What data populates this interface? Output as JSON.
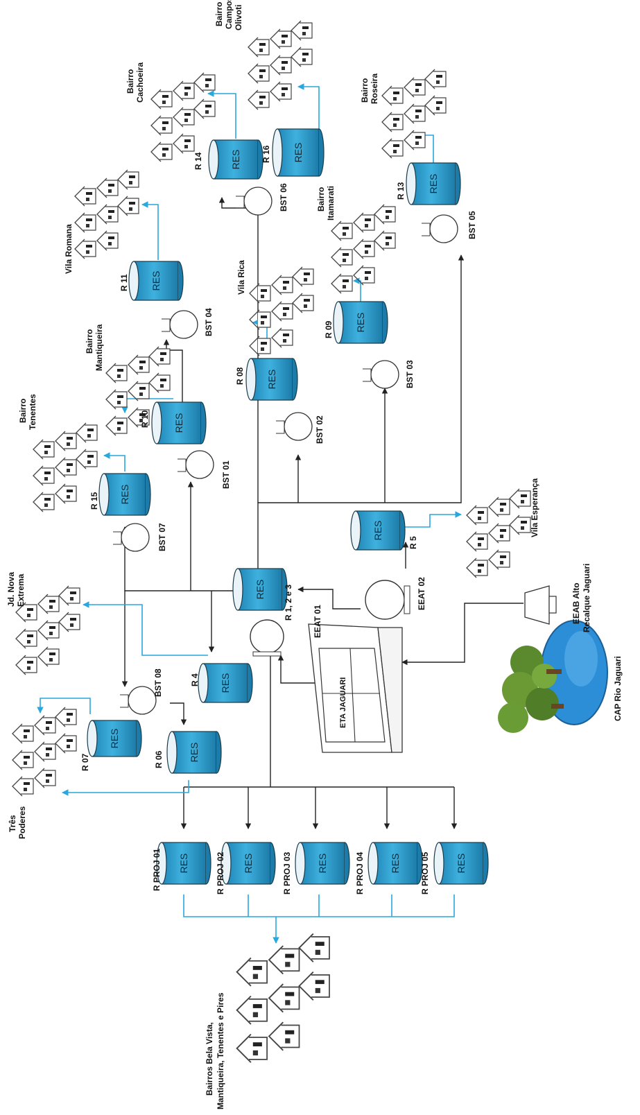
{
  "colors": {
    "reservoir_fill": "#2e9fd0",
    "reservoir_top": "#e9f3f8",
    "distribution_line": "#29a7df",
    "pumping_line": "#222222",
    "lake": "#2b8ed6",
    "tree": "#5b8a2e"
  },
  "reservoir_text": "RES",
  "labels": {
    "R1": "R 1, 2 e 3",
    "R4": "R 4",
    "R5": "R 5",
    "R06": "R 06",
    "R07": "R 07",
    "R08": "R 08",
    "R09": "R 09",
    "R10": "R 10",
    "R11": "R 11",
    "R13": "R 13",
    "R14": "R 14",
    "R15": "R 15",
    "R16": "R 16",
    "RP1": "R PROJ 01",
    "RP2": "R PROJ 02",
    "RP3": "R PROJ 03",
    "RP4": "R PROJ 04",
    "RP5": "R PROJ 05",
    "BST01": "BST 01",
    "BST02": "BST 02",
    "BST03": "BST 03",
    "BST04": "BST 04",
    "BST05": "BST 05",
    "BST06": "BST 06",
    "BST07": "BST 07",
    "BST08": "BST 08",
    "EEAT01": "EEAT 01",
    "EEAT02": "EEAT 02",
    "ETA": "ETA JAGUARI",
    "EEAB": [
      "EEAB Alto",
      "Recalque Jaguari"
    ],
    "CAP": "CAP Rio Jaguari",
    "n_cachoeira": [
      "Bairro",
      "Cachoeira"
    ],
    "n_campos": [
      "Bairro",
      "Campos",
      "Olivoti"
    ],
    "n_roseira": [
      "Bairro",
      "Roseira"
    ],
    "n_vilaromana": "Vila Romana",
    "n_mantiqueira": [
      "Bairro",
      "Mantiqueira"
    ],
    "n_vilarica": "Vila Rica",
    "n_itamarati": [
      "Bairro",
      "Itamarati"
    ],
    "n_tenentes": [
      "Bairro",
      "Tenentes"
    ],
    "n_vilaesperanca": "Vila Esperança",
    "n_jdnova": [
      "Jd. Nova",
      "Extrema"
    ],
    "n_trespoderes": [
      "Três",
      "Poderes"
    ],
    "n_belavista": [
      "Bairros Bela Vista,",
      "Mantiqueira, Tenentes e Pires"
    ]
  }
}
